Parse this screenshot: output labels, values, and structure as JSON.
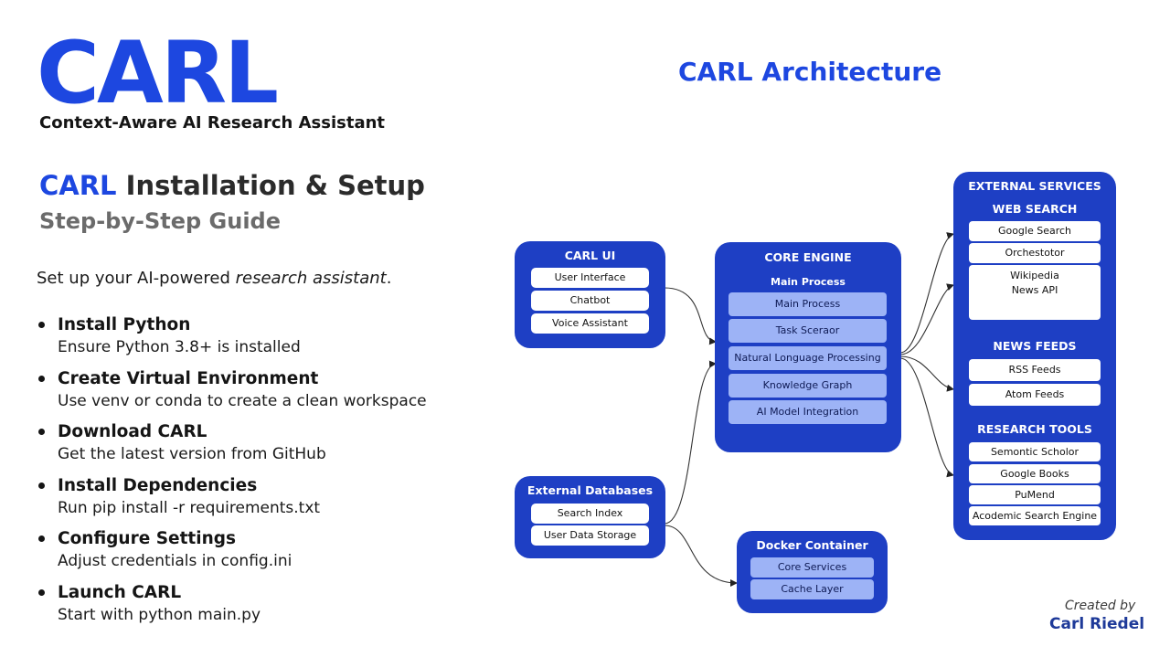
{
  "brand": {
    "logo": "CARL",
    "tagline": "Context-Aware AI Research Assistant"
  },
  "setup": {
    "title_brand": "CARL",
    "title_rest": "Installation & Setup",
    "subtitle": "Step-by-Step Guide",
    "intro_plain": "Set up your AI-powered",
    "intro_italic": "research assistant",
    "intro_end": ".",
    "steps": [
      {
        "title": "Install Python",
        "desc": "Ensure Python 3.8+ is installed"
      },
      {
        "title": "Create Virtual Environment",
        "desc": "Use venv or conda to create a clean workspace"
      },
      {
        "title": "Download CARL",
        "desc": "Get the latest version from GitHub"
      },
      {
        "title": "Install Dependencies",
        "desc": "Run pip install -r requirements.txt"
      },
      {
        "title": "Configure Settings",
        "desc": "Adjust credentials in config.ini"
      },
      {
        "title": "Launch CARL",
        "desc": "Start with python main.py"
      }
    ]
  },
  "architecture": {
    "title": "CARL Architecture",
    "carl_ui": {
      "title": "CARL UI",
      "items": [
        "User Interface",
        "Chatbot",
        "Voice Assistant"
      ]
    },
    "core_engine": {
      "title": "CORE ENGINE",
      "subtitle": "Main Process",
      "items": [
        "Main Process",
        "Task Sceraor",
        "Natural Longuage Processing",
        "Knowledge Graph",
        "AI Model Integration"
      ]
    },
    "external_databases": {
      "title": "External Databases",
      "items": [
        "Search Index",
        "User Data Storage"
      ]
    },
    "docker": {
      "title": "Docker Container",
      "items": [
        "Core Services",
        "Cache Layer"
      ]
    },
    "external_services": {
      "title": "EXTERNAL SERVICES",
      "web_search": {
        "title": "WEB SEARCH",
        "items": [
          "Google Search",
          "Orchestotor",
          "Wikipedia",
          "News API"
        ]
      },
      "news_feeds": {
        "title": "NEWS FEEDS",
        "items": [
          "RSS Feeds",
          "Atom Feeds"
        ]
      },
      "research_tools": {
        "title": "RESEARCH TOOLS",
        "items": [
          "Semontic Scholor",
          "Google Books",
          "PuMend",
          "Acodemic Search Engine"
        ]
      }
    }
  },
  "credit": {
    "created_by": "Created by",
    "author": "Carl Riedel"
  },
  "colors": {
    "brand_blue": "#1d47e0",
    "panel_blue": "#1e3fc4",
    "light_blue": "#9db3f6"
  }
}
